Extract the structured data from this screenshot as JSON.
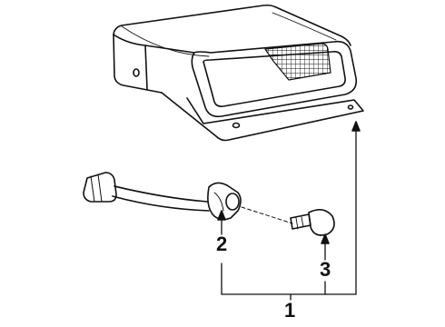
{
  "callouts": {
    "part_1": "1",
    "part_2": "2",
    "part_3": "3"
  },
  "colors": {
    "ink": "#111111",
    "paper": "#ffffff"
  }
}
